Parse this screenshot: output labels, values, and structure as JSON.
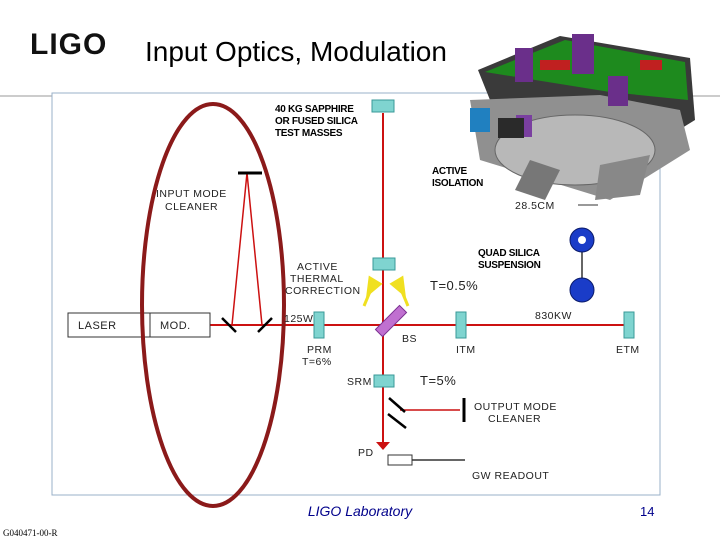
{
  "header": {
    "logo": "LIGO",
    "title": "Input Optics, Modulation"
  },
  "diagram": {
    "test_masses": [
      "40 KG SAPPHIRE",
      "OR FUSED SILICA",
      "TEST MASSES"
    ],
    "active_isolation": [
      "ACTIVE",
      "ISOLATION"
    ],
    "distance": "28.5CM",
    "quad_suspension": [
      "QUAD SILICA",
      "SUSPENSION"
    ],
    "input_mode_cleaner": [
      "INPUT MODE",
      "CLEANER"
    ],
    "thermal_correction": [
      "ACTIVE",
      "THERMAL",
      "CORRECTION"
    ],
    "transmission_itm": "T=0.5%",
    "laser": "LASER",
    "mod": "MOD.",
    "laser_power": "125W",
    "bs": "BS",
    "arm_power": "830KW",
    "prm": [
      "PRM",
      "T=6%"
    ],
    "itm": "ITM",
    "etm": "ETM",
    "srm": "SRM",
    "transmission_srm": "T=5%",
    "output_mode_cleaner": [
      "OUTPUT MODE",
      "CLEANER"
    ],
    "pd": "PD",
    "gw_readout": "GW READOUT"
  },
  "footer": {
    "lab": "LIGO Laboratory",
    "page": "14",
    "doc_id": "G040471-00-R"
  },
  "colors": {
    "beam": "#cc1111",
    "optic": "#7fd4d0",
    "ellipse": "#8b1a1a",
    "accent_green": "#1a7a1a",
    "arrow_yellow": "#f0e020",
    "footer_text": "#00008b"
  }
}
